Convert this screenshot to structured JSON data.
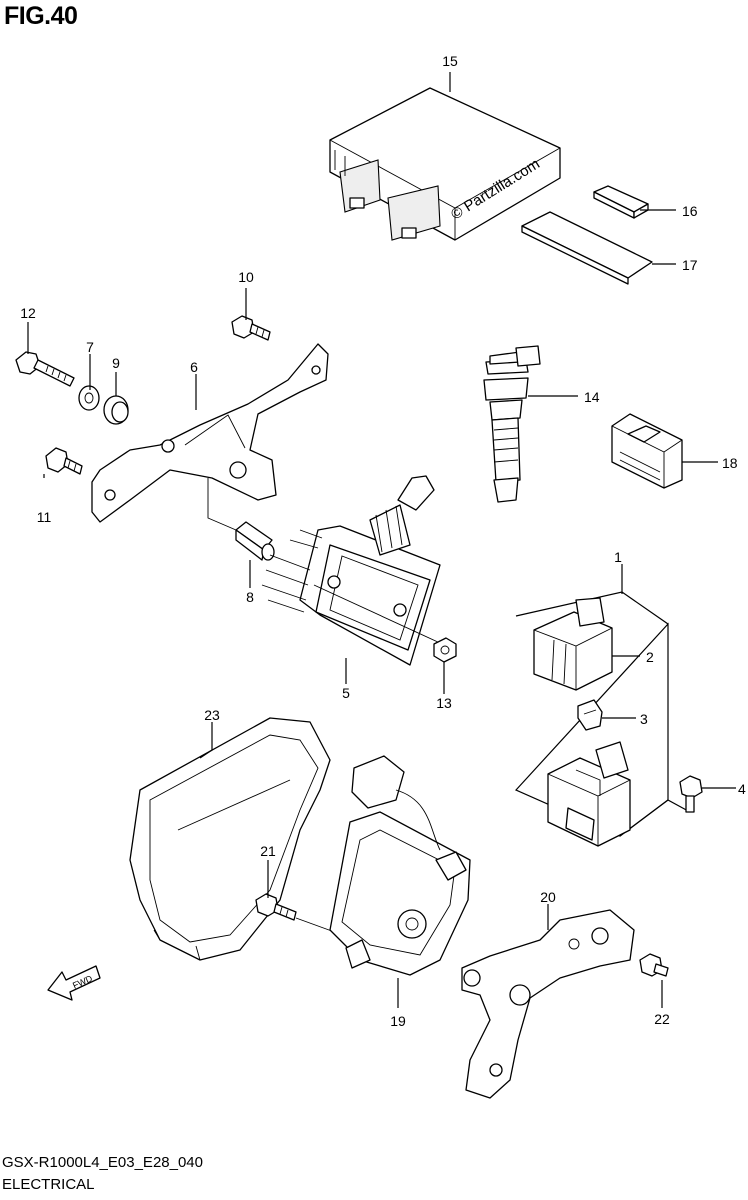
{
  "figure": {
    "title": "FIG.40",
    "model_code": "GSX-R1000L4_E03_E28_040",
    "section": "ELECTRICAL",
    "watermark": "© Partzilla.com"
  },
  "fwd_label": "FWD",
  "callouts": [
    {
      "id": "c1",
      "label": "1"
    },
    {
      "id": "c2",
      "label": "2"
    },
    {
      "id": "c3",
      "label": "3"
    },
    {
      "id": "c4",
      "label": "4"
    },
    {
      "id": "c5",
      "label": "5"
    },
    {
      "id": "c6",
      "label": "6"
    },
    {
      "id": "c7",
      "label": "7"
    },
    {
      "id": "c8",
      "label": "8"
    },
    {
      "id": "c9",
      "label": "9"
    },
    {
      "id": "c10",
      "label": "10"
    },
    {
      "id": "c11",
      "label": "11"
    },
    {
      "id": "c12",
      "label": "12"
    },
    {
      "id": "c13",
      "label": "13"
    },
    {
      "id": "c14",
      "label": "14"
    },
    {
      "id": "c15",
      "label": "15"
    },
    {
      "id": "c16",
      "label": "16"
    },
    {
      "id": "c17",
      "label": "17"
    },
    {
      "id": "c18",
      "label": "18"
    },
    {
      "id": "c19",
      "label": "19"
    },
    {
      "id": "c20",
      "label": "20"
    },
    {
      "id": "c21",
      "label": "21"
    },
    {
      "id": "c22",
      "label": "22"
    },
    {
      "id": "c23",
      "label": "23"
    }
  ]
}
